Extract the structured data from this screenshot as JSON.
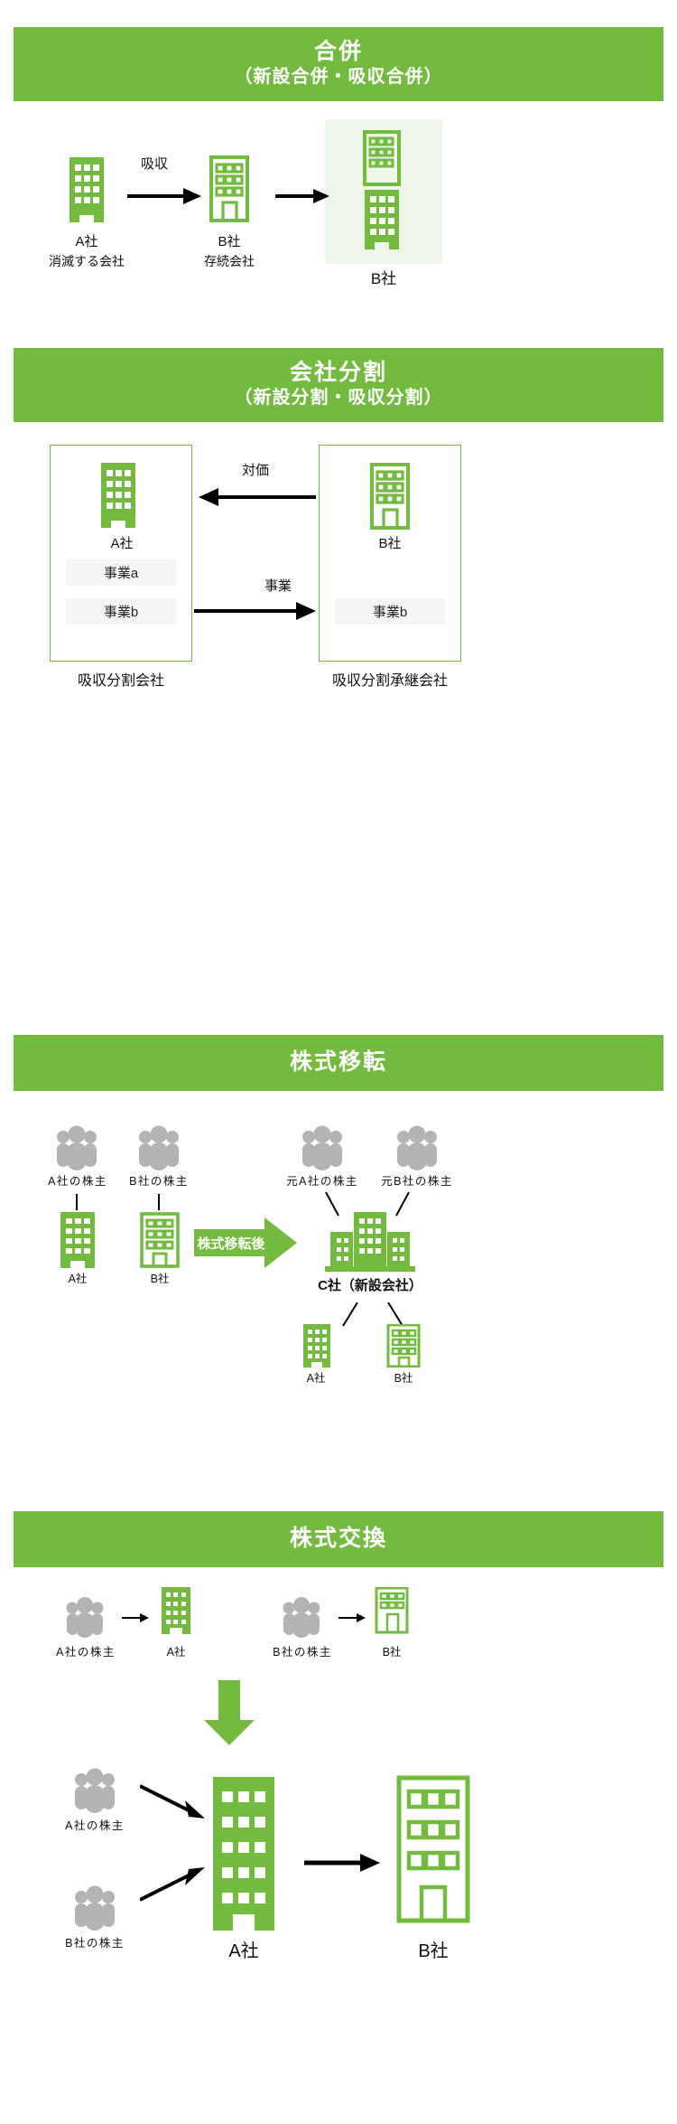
{
  "colors": {
    "brand_green": "#73bb3f",
    "light_green_tint": "#eef5e9",
    "grey_person": "#b3b3b3",
    "grey_box": "#f4f4f4",
    "text": "#111111",
    "white": "#ffffff"
  },
  "sections": [
    {
      "id": "merger",
      "title": "合併",
      "subtitle": "（新設合併・吸収合併）",
      "diagram": {
        "company_a": "A社",
        "company_a_note": "消滅する会社",
        "company_b": "B社",
        "company_b_note": "存続会社",
        "arrow1_label": "吸収",
        "result_label": "B社"
      }
    },
    {
      "id": "company-split",
      "title": "会社分割",
      "subtitle": "（新設分割・吸収分割）",
      "diagram": {
        "left_company": "A社",
        "left_business_a": "事業a",
        "left_business_b": "事業b",
        "left_footer": "吸収分割会社",
        "right_company": "B社",
        "right_business_b": "事業b",
        "right_footer": "吸収分割承継会社",
        "arrow_top_label": "対価",
        "arrow_bottom_label": "事業"
      }
    },
    {
      "id": "share-transfer",
      "title": "株式移転",
      "subtitle": "",
      "diagram": {
        "before_shareholders_a": "A社の株主",
        "before_shareholders_b": "B社の株主",
        "before_company_a": "A社",
        "before_company_b": "B社",
        "transition_label": "株式移転後",
        "after_shareholders_a": "元A社の株主",
        "after_shareholders_b": "元B社の株主",
        "new_company": "C社（新設会社）",
        "sub_company_a": "A社",
        "sub_company_b": "B社"
      }
    },
    {
      "id": "share-exchange",
      "title": "株式交換",
      "subtitle": "",
      "diagram": {
        "top_shareholders_a": "A社の株主",
        "top_company_a": "A社",
        "top_shareholders_b": "B社の株主",
        "top_company_b": "B社",
        "bottom_shareholders_a": "A社の株主",
        "bottom_shareholders_b": "B社の株主",
        "bottom_company_a": "A社",
        "bottom_company_b": "B社"
      }
    }
  ]
}
